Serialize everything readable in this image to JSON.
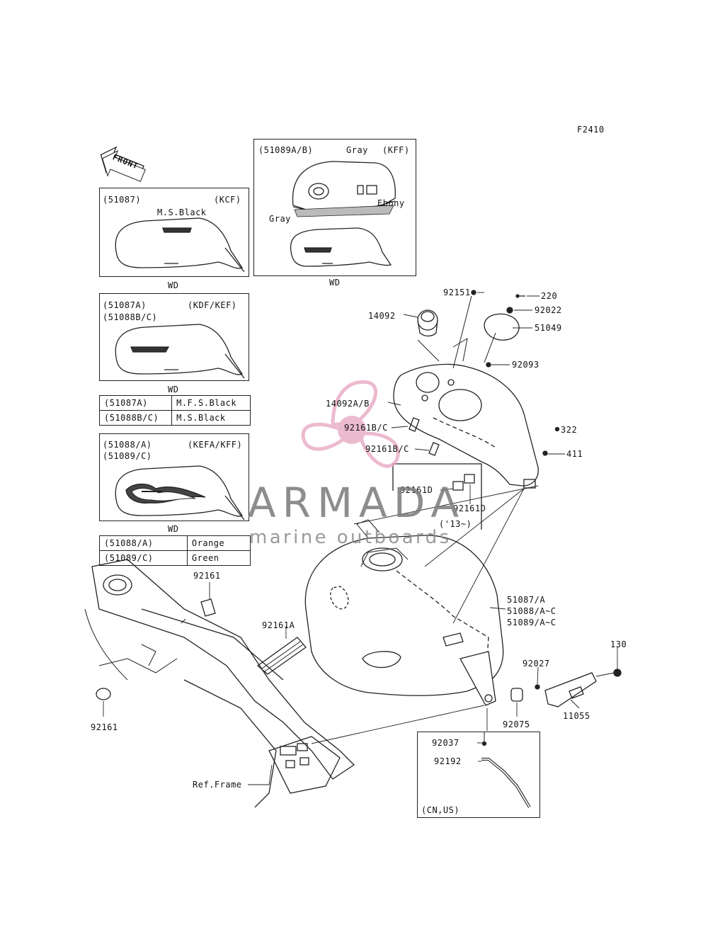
{
  "figure_code": "F2410",
  "front_arrow": "FRONT",
  "watermark": {
    "title": "ARMADA",
    "subtitle": "marine outboards"
  },
  "boxes": {
    "kcf": {
      "part": "(51087)",
      "model": "(KCF)",
      "color": "M.S.Black",
      "code": "WD"
    },
    "kff": {
      "part": "(51089A/B)",
      "model": "(KFF)",
      "gray_top": "Gray",
      "ebony": "Ebony",
      "gray_bottom": "Gray",
      "code": "WD"
    },
    "kdf": {
      "part1": "(51087A)",
      "part2": "(51088B/C)",
      "model": "(KDF/KEF)",
      "code": "WD"
    },
    "kefa": {
      "part1": "(51088/A)",
      "part2": "(51089/C)",
      "model": "(KEFA/KFF)",
      "code": "WD"
    }
  },
  "table1": [
    {
      "part": "(51087A)",
      "color": "M.F.S.Black"
    },
    {
      "part": "(51088B/C)",
      "color": "M.S.Black"
    }
  ],
  "table2": [
    {
      "part": "(51088/A)",
      "color": "Orange"
    },
    {
      "part": "(51089/C)",
      "color": "Green"
    }
  ],
  "callouts": {
    "p92151": "92151",
    "p220": "220",
    "p92022": "92022",
    "p14092": "14092",
    "p51049": "51049",
    "p92093": "92093",
    "p14092ab": "14092A/B",
    "p92161bc1": "92161B/C",
    "p92161bc2": "92161B/C",
    "p322": "322",
    "p411": "411",
    "p92161d1": "92161D",
    "p92161d2": "92161D",
    "p13": "('13~)",
    "p92161top": "92161",
    "p92161a": "92161A",
    "p92161bot": "92161",
    "tank1": "51087/A",
    "tank2": "51088/A~C",
    "tank3": "51089/A~C",
    "p130": "130",
    "p92027": "92027",
    "p92075": "92075",
    "p11055": "11055",
    "p92037": "92037",
    "p92192": "92192",
    "cnus": "(CN,US)",
    "ref_frame": "Ref.Frame"
  },
  "colors": {
    "line": "#222222",
    "watermark_pink": "#e8a9c4",
    "watermark_gray": "#7a7a7a"
  }
}
